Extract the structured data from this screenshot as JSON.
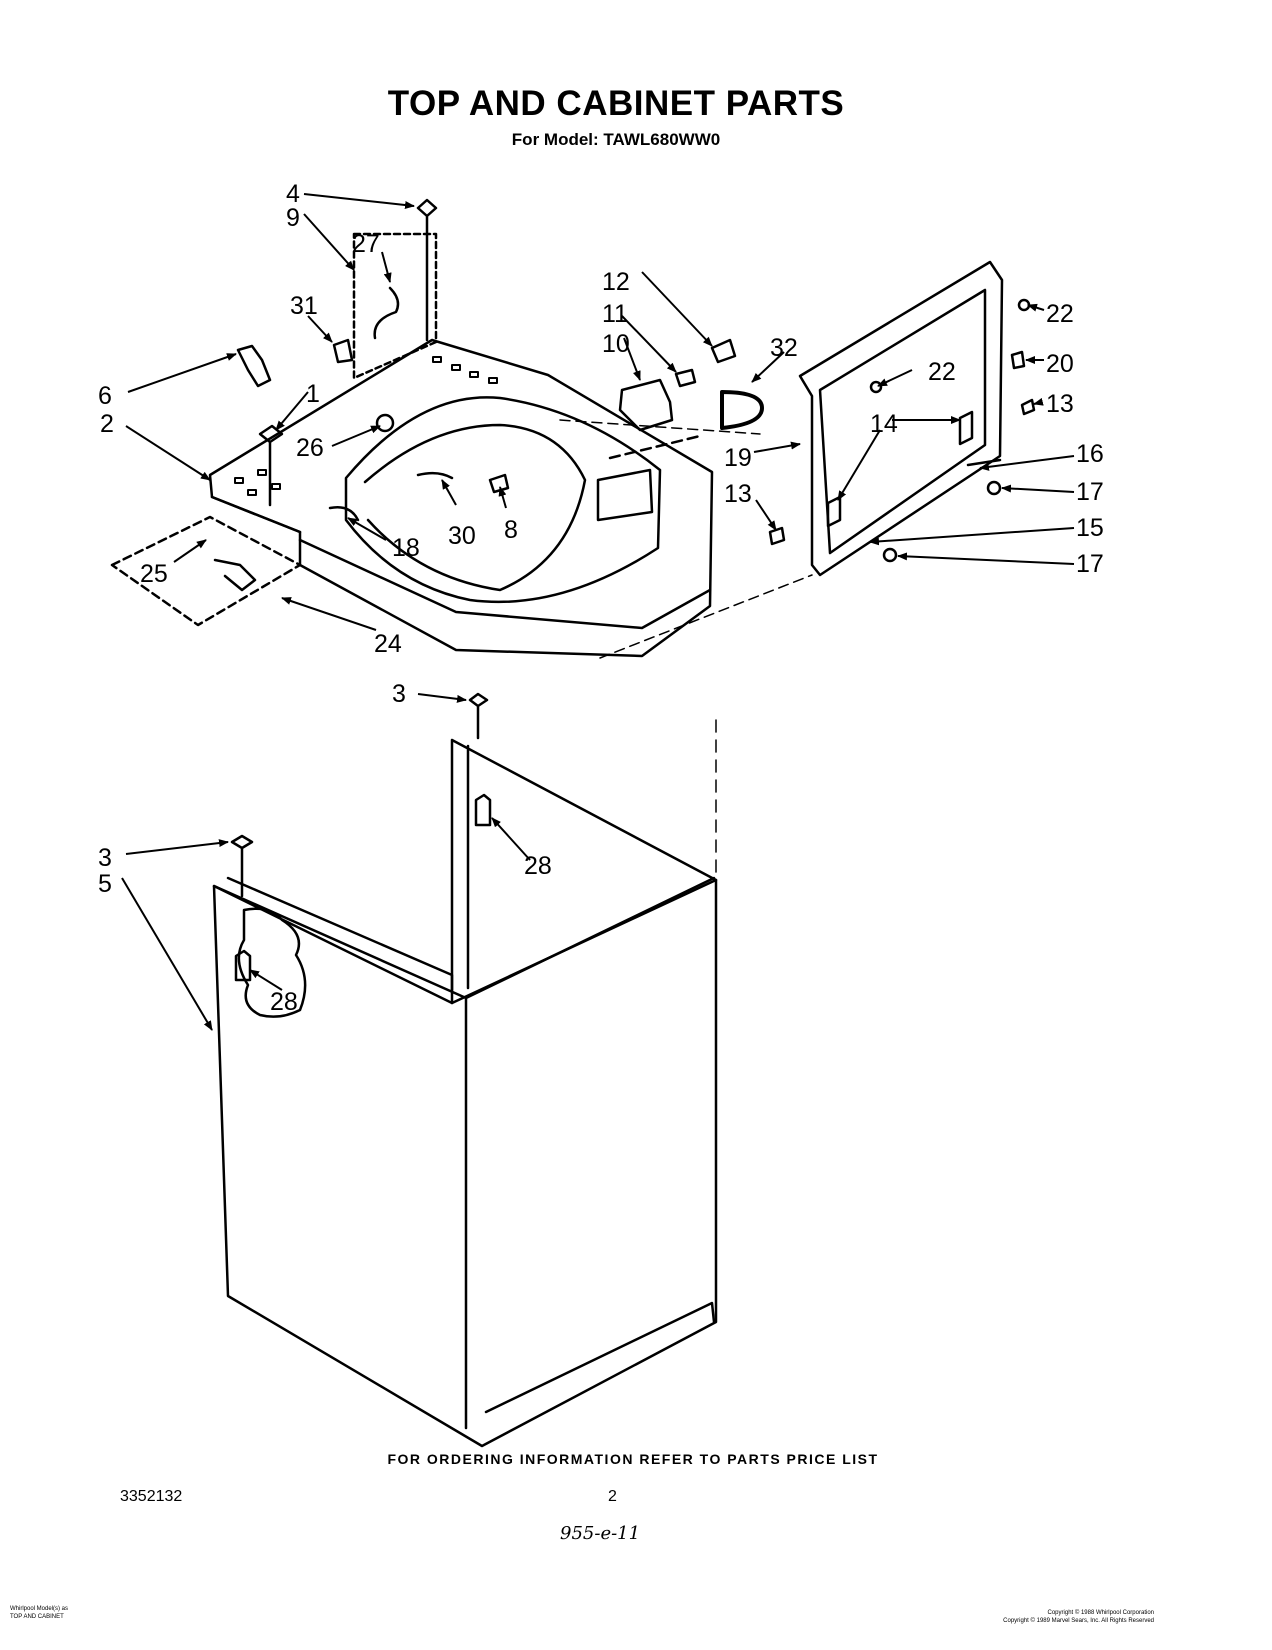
{
  "header": {
    "title": "TOP AND CABINET PARTS",
    "subtitle": "For Model: TAWL680WW0"
  },
  "callouts": {
    "c1": "1",
    "c2": "2",
    "c3": "3",
    "c4": "4",
    "c5": "5",
    "c6": "6",
    "c8": "8",
    "c9": "9",
    "c10": "10",
    "c11": "11",
    "c12": "12",
    "c13": "13",
    "c14": "14",
    "c15": "15",
    "c16": "16",
    "c17": "17",
    "c18": "18",
    "c19": "19",
    "c20": "20",
    "c22": "22",
    "c24": "24",
    "c25": "25",
    "c26": "26",
    "c27": "27",
    "c28": "28",
    "c30": "30",
    "c31": "31",
    "c32": "32"
  },
  "footer": {
    "ordering_note": "FOR ORDERING INFORMATION REFER TO PARTS PRICE LIST",
    "document_number": "3352132",
    "page_number": "2",
    "handwritten_note": "955-e-11",
    "small_left_line1": "Whirlpool Model(s) as",
    "small_left_line2": "TOP AND CABINET",
    "small_right_line1": "Copyright © 1988 Whirlpool Corporation",
    "small_right_line2": "Copyright © 1989 Marvel Sears, Inc. All Rights Reserved"
  }
}
